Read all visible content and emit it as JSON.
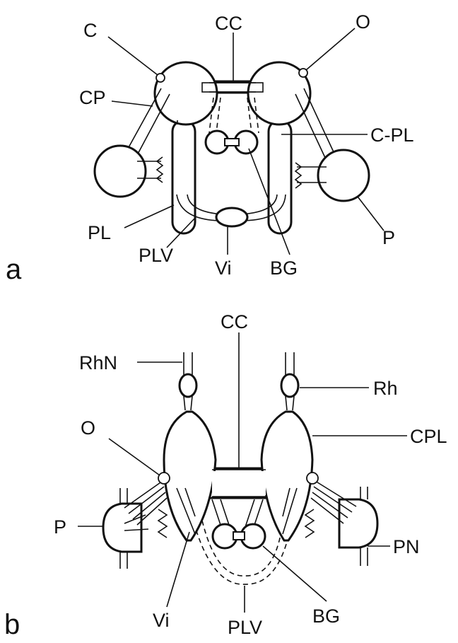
{
  "figure": {
    "panels": [
      {
        "letter": "a",
        "labels": {
          "C": "C",
          "CC": "CC",
          "O": "O",
          "CP": "CP",
          "C_PL": "C-PL",
          "PL": "PL",
          "PLV": "PLV",
          "Vi": "Vi",
          "BG": "BG",
          "P": "P"
        }
      },
      {
        "letter": "b",
        "labels": {
          "CC": "CC",
          "RhN": "RhN",
          "Rh": "Rh",
          "O": "O",
          "CPL": "CPL",
          "P": "P",
          "PN": "PN",
          "Vi": "Vi",
          "PLV": "PLV",
          "BG": "BG"
        }
      }
    ]
  }
}
